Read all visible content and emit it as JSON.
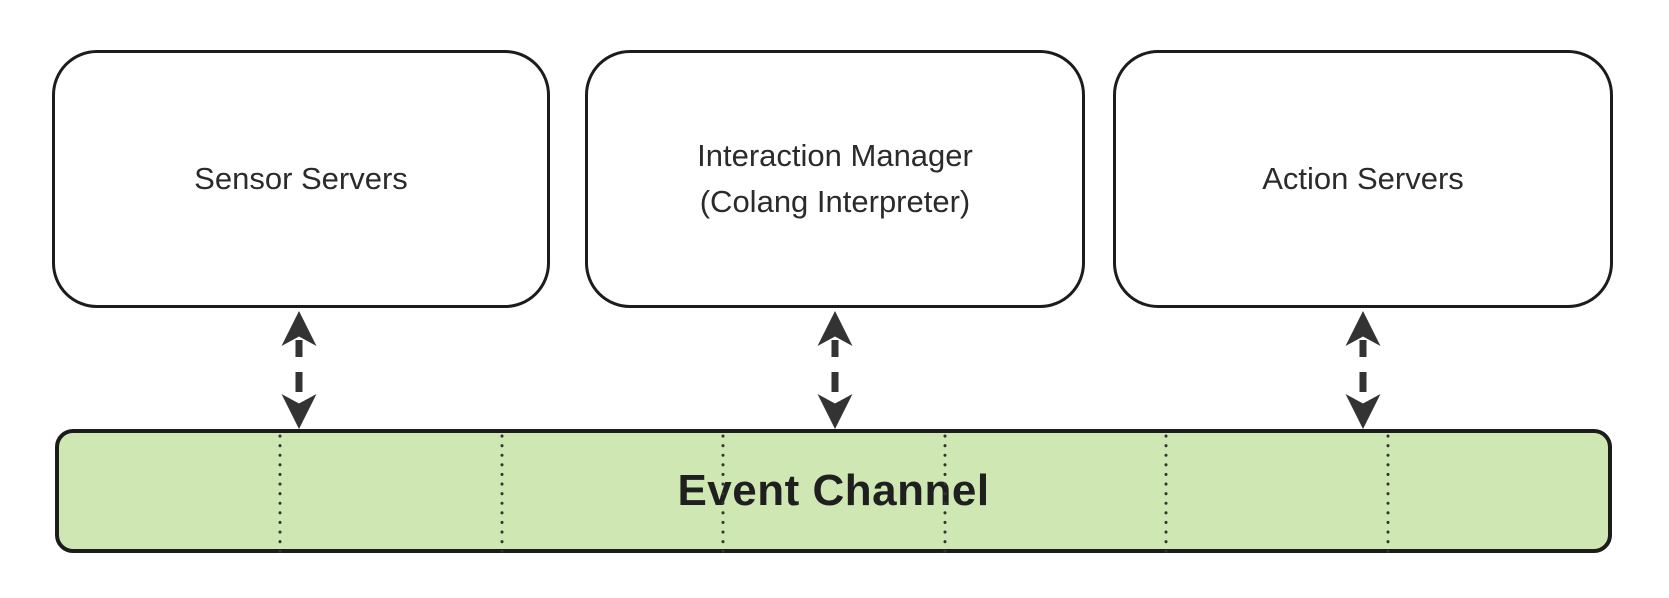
{
  "diagram": {
    "type": "architecture-diagram",
    "nodes": [
      {
        "id": "sensor-servers",
        "label": "Sensor Servers",
        "shape": "rounded-rectangle",
        "fill": "#ffffff"
      },
      {
        "id": "interaction-manager",
        "label": "Interaction Manager\n(Colang Interpreter)",
        "shape": "rounded-rectangle",
        "fill": "#ffffff"
      },
      {
        "id": "action-servers",
        "label": "Action Servers",
        "shape": "rounded-rectangle",
        "fill": "#ffffff"
      }
    ],
    "channel": {
      "id": "event-channel",
      "label": "Event Channel",
      "fill": "#cfe7b2",
      "divider_count": 6,
      "divider_style": "dotted-vertical"
    },
    "connections": [
      {
        "from": "sensor-servers",
        "to": "event-channel",
        "direction": "bidirectional",
        "line_style": "dashed"
      },
      {
        "from": "interaction-manager",
        "to": "event-channel",
        "direction": "bidirectional",
        "line_style": "dashed"
      },
      {
        "from": "action-servers",
        "to": "event-channel",
        "direction": "bidirectional",
        "line_style": "dashed"
      }
    ],
    "colors": {
      "background": "#ffffff",
      "node_border": "#1c1c1c",
      "node_fill": "#ffffff",
      "channel_fill": "#cfe7b2",
      "arrow": "#333333",
      "text": "#2b2b2b"
    }
  }
}
